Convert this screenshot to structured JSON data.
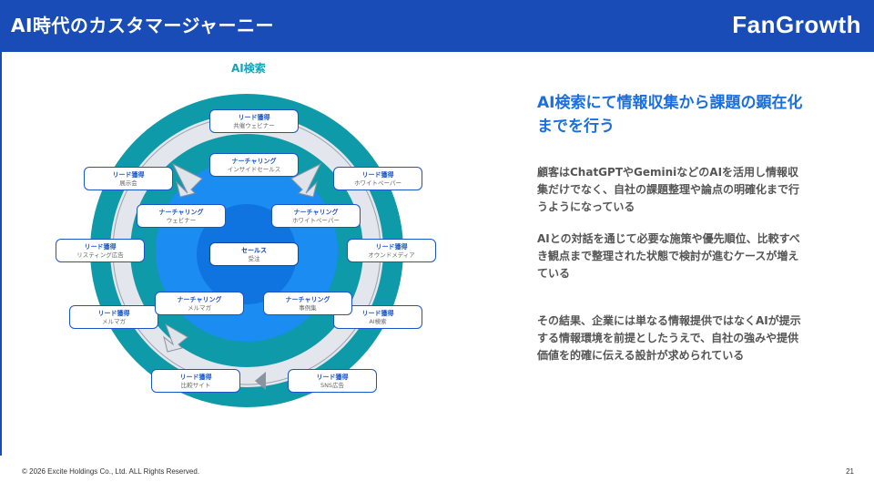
{
  "header": {
    "title": "AI時代のカスタマージャーニー",
    "logo": "FanGrowth"
  },
  "diagram": {
    "title": "AI検索",
    "center": {
      "type": "セールス",
      "label": "受注"
    },
    "nurture": [
      {
        "type": "ナーチャリング",
        "label": "インサイドセールス"
      },
      {
        "type": "ナーチャリング",
        "label": "ウェビナー"
      },
      {
        "type": "ナーチャリング",
        "label": "ホワイトペーパー"
      },
      {
        "type": "ナーチャリング",
        "label": "メルマガ"
      },
      {
        "type": "ナーチャリング",
        "label": "事例集"
      }
    ],
    "lead": [
      {
        "type": "リード獲得",
        "label": "共催ウェビナー"
      },
      {
        "type": "リード獲得",
        "label": "展示会"
      },
      {
        "type": "リード獲得",
        "label": "ホワイトペーパー"
      },
      {
        "type": "リード獲得",
        "label": "リスティング広告"
      },
      {
        "type": "リード獲得",
        "label": "オウンドメディア"
      },
      {
        "type": "リード獲得",
        "label": "メルマガ"
      },
      {
        "type": "リード獲得",
        "label": "AI検索"
      },
      {
        "type": "リード獲得",
        "label": "比較サイト"
      },
      {
        "type": "リード獲得",
        "label": "SNS広告"
      }
    ],
    "colors": {
      "outer_ring": "#0e9aa8",
      "gray_ring": "#dfe3ea",
      "inner_ring": "#0e9aa8",
      "core": "#1289f0",
      "center": "#0d6fd9",
      "box_border": "#1a55c8"
    }
  },
  "text": {
    "heading": "AI検索にて情報収集から課題の顕在化までを行う",
    "paragraphs": [
      "顧客はChatGPTやGeminiなどのAIを活用し情報収集だけでなく、自社の課題整理や論点の明確化まで行うようになっている",
      "AIとの対話を通じて必要な施策や優先順位、比較すべき観点まで整理された状態で検討が進むケースが増えている",
      "その結果、企業には単なる情報提供ではなくAIが提示する情報環境を前提としたうえで、自社の強みや提供価値を的確に伝える設計が求められている"
    ]
  },
  "footer": {
    "copyright": "© 2026 Excite Holdings Co., Ltd. ALL Rights Reserved.",
    "page": "21"
  }
}
